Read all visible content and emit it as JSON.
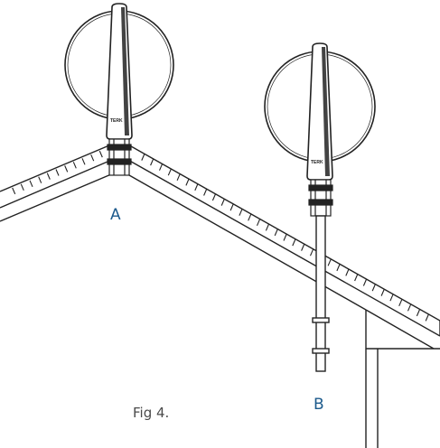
{
  "figure": {
    "caption": "Fig 4.",
    "mount_a": {
      "label": "A",
      "brand": "TERK"
    },
    "mount_b": {
      "label": "B",
      "brand": "TERK"
    }
  },
  "colors": {
    "line": "#222222",
    "antenna_body": "#222222",
    "label_accent": "#1c5a8c",
    "caption": "#4a4a4a"
  }
}
